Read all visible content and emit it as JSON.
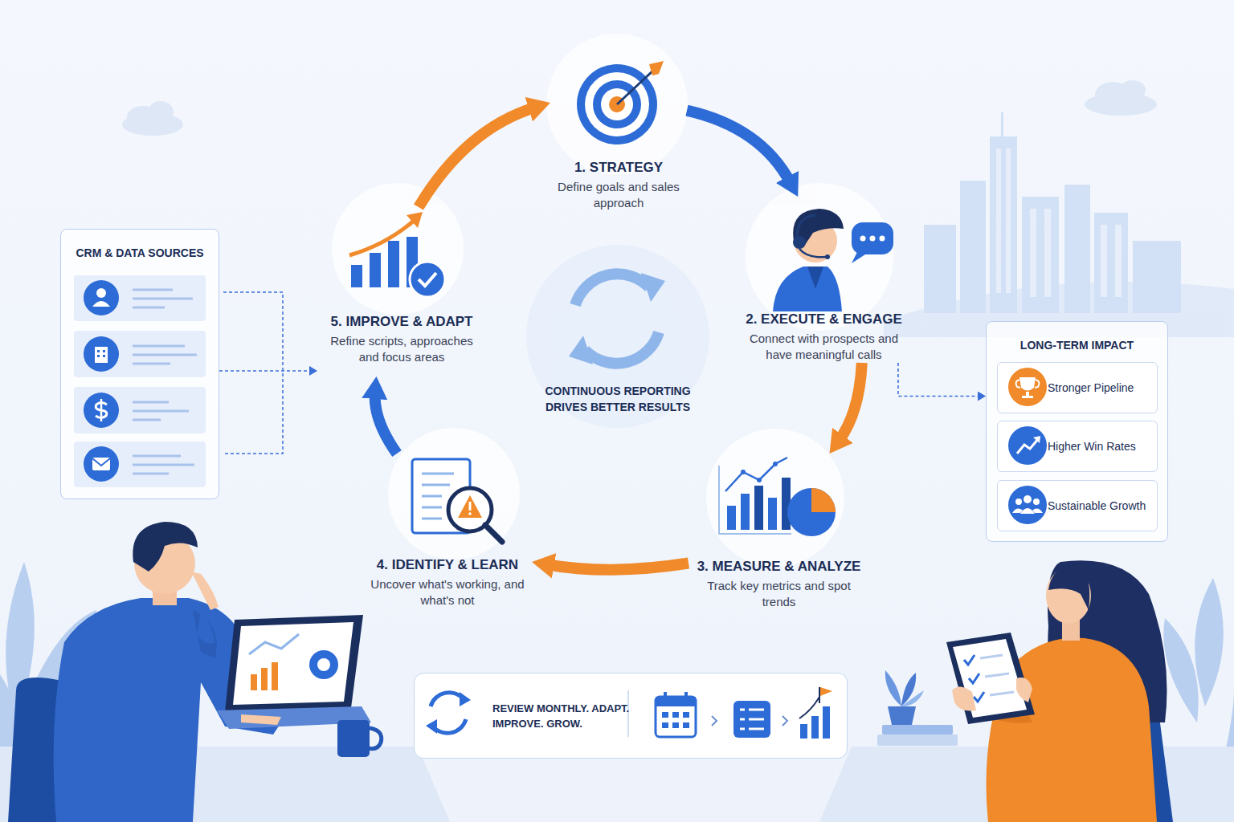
{
  "diagram": {
    "nodes": [
      {
        "text": [
          "CRM & DATA SOURCES"
        ]
      },
      {
        "text": [
          "1. STRATEGY",
          "Define goals and sales approach"
        ]
      },
      {
        "text": [
          "5. IMPROVE & ADAPT",
          "Refine scripts, approaches and focus areas"
        ]
      },
      {
        "text": [
          "2. EXECUTE & ENGAGE",
          "Connect with prospects and have meaningful calls"
        ]
      },
      {
        "text": [
          "CONTINUOUS REPORTING DRIVES BETTER RESULTS"
        ]
      },
      {
        "text": [
          "LONG-TERM IMPACT"
        ]
      },
      {
        "text": [
          "Stronger Pipeline"
        ],
        "in": 5
      },
      {
        "text": [
          "Higher Win Rates"
        ],
        "in": 5
      },
      {
        "text": [
          "Sustainable Growth"
        ],
        "in": 5
      },
      {
        "text": [
          "4. IDENTIFY & LEARN",
          "Uncover what's working, and what's not"
        ]
      },
      {
        "text": [
          "3. MEASURE & ANALYZE",
          "Track key metrics and spot trends"
        ]
      },
      {
        "text": [
          "REVIEW MONTHLY. ADAPT. IMPROVE. GROW."
        ]
      }
    ],
    "edges": [
      {
        "from": 1,
        "to": 3,
        "arrow": "to"
      },
      {
        "from": 3,
        "to": 10,
        "arrow": "to"
      },
      {
        "from": 10,
        "to": 9,
        "arrow": "to"
      },
      {
        "from": 9,
        "to": 2,
        "arrow": "to"
      },
      {
        "from": 2,
        "to": 1,
        "arrow": "to"
      },
      {
        "from": 0,
        "to": 2,
        "arrow": "to"
      },
      {
        "from": 3,
        "to": 5,
        "arrow": "to"
      }
    ]
  }
}
